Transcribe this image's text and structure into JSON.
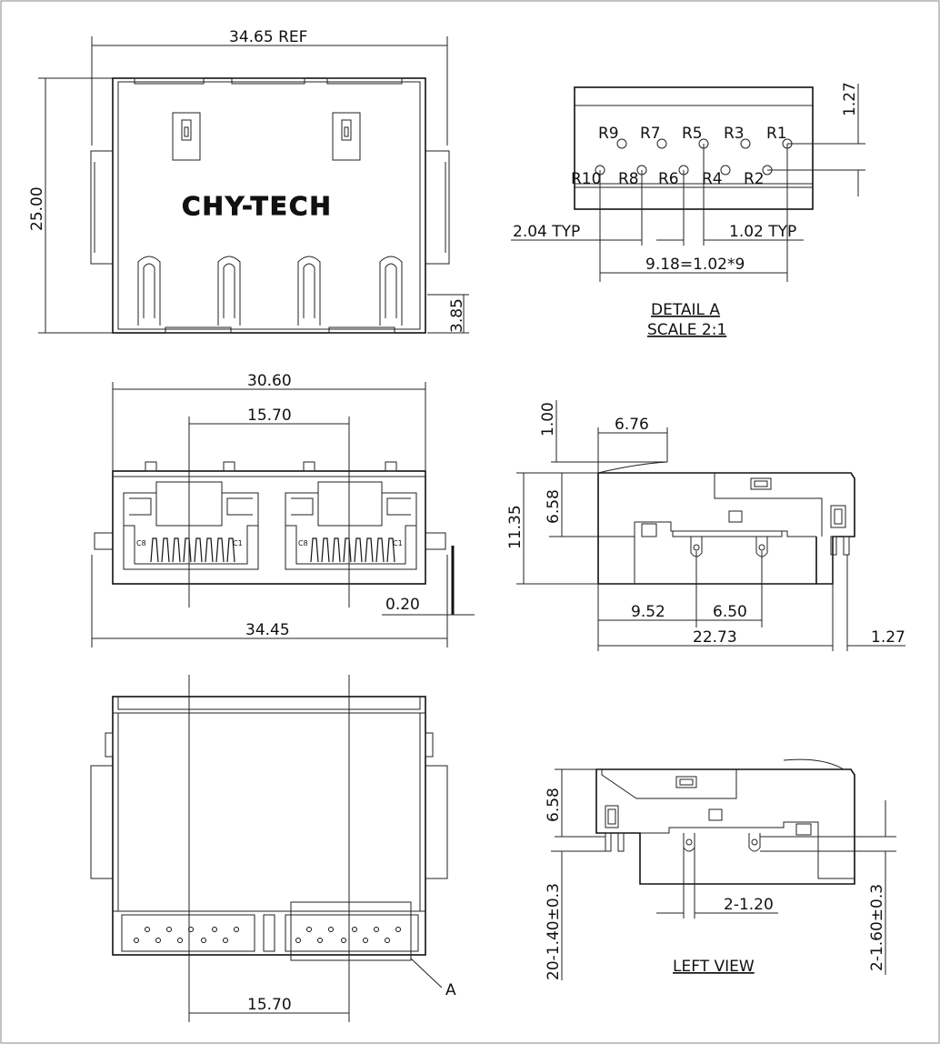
{
  "logo": "CHY-TECH",
  "detail": {
    "title": "DETAIL A",
    "scale": "SCALE 2:1",
    "callout": "A"
  },
  "left_view_title": "LEFT VIEW",
  "pins": {
    "R1": "R1",
    "R2": "R2",
    "R3": "R3",
    "R4": "R4",
    "R5": "R5",
    "R6": "R6",
    "R7": "R7",
    "R8": "R8",
    "R9": "R9",
    "R10": "R10"
  },
  "contacts": {
    "c8": "C8",
    "c1": "C1"
  },
  "dims": {
    "top_width": "34.65 REF",
    "top_height": "25.00",
    "top_tab": "3.85",
    "detail_row_gap": "1.27",
    "detail_pitch_left": "2.04 TYP",
    "detail_pitch_right": "1.02 TYP",
    "detail_total": "9.18=1.02*9",
    "front_width": "30.60",
    "front_ports": "15.70",
    "front_overall": "34.45",
    "front_gap": "0.20",
    "side_top": "1.00",
    "side_top_len": "6.76",
    "side_height": "11.35",
    "side_upper": "6.58",
    "side_a": "9.52",
    "side_b": "6.50",
    "side_depth": "22.73",
    "side_pin": "1.27",
    "bottom_ports": "15.70",
    "left_height": "6.58",
    "left_pins": "2-1.20",
    "left_pin_len1": "20-1.40±0.3",
    "left_pin_len2": "2-1.60±0.3"
  }
}
